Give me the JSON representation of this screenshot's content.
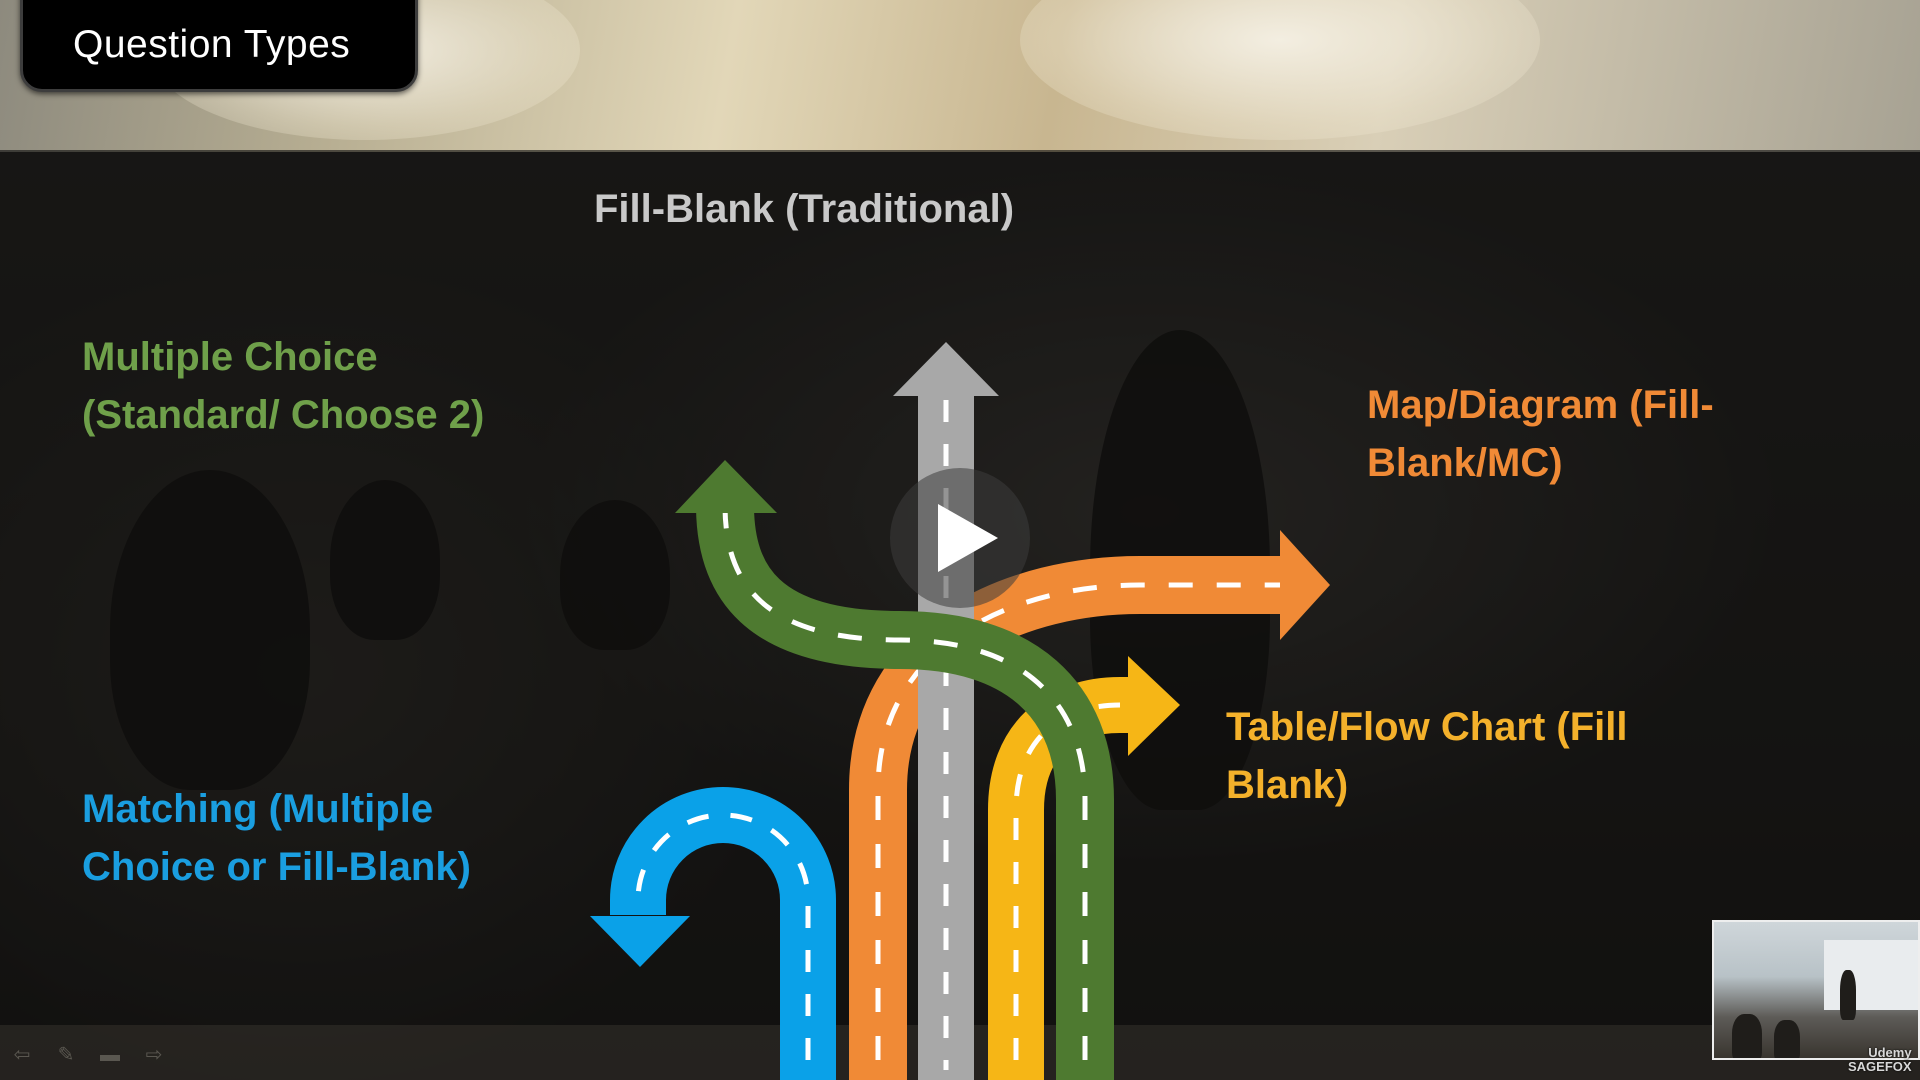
{
  "title": "Question Types",
  "labels": {
    "fill_blank": "Fill-Blank (Traditional)",
    "multiple_choice_line1": "Multiple Choice",
    "multiple_choice_line2": "(Standard/ Choose 2)",
    "map_diagram_line1": "Map/Diagram (Fill-",
    "map_diagram_line2": "Blank/MC)",
    "table_flow_line1": "Table/Flow Chart (Fill",
    "table_flow_line2": "Blank)",
    "matching_line1": "Matching (Multiple",
    "matching_line2": "Choice or Fill-Blank)"
  },
  "colors": {
    "fill_blank": "#c9c9c9",
    "multiple_choice": "#6fa04a",
    "map_diagram": "#f08a36",
    "table_flow": "#f4b12b",
    "matching": "#1a9ee0",
    "road_grey": "#a8a8a8",
    "road_green": "#4e7a30",
    "road_orange": "#f08a36",
    "road_yellow": "#f6b616",
    "road_blue": "#0aa1e8"
  },
  "player": {
    "play_icon": "play-icon",
    "toolbar": [
      "back-arrow-icon",
      "pen-icon",
      "slide-icon",
      "forward-arrow-icon"
    ]
  },
  "watermark": {
    "line1": "Udemy",
    "line2": "SAGEFOX"
  }
}
